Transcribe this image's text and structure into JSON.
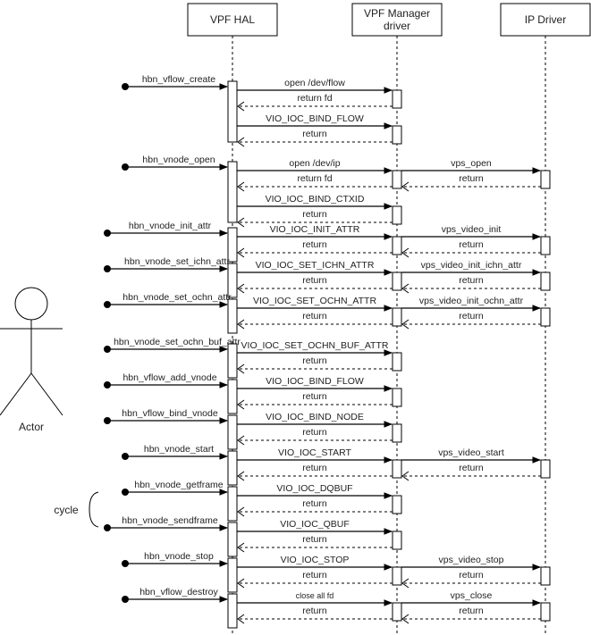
{
  "participants": [
    {
      "id": "hal",
      "label_lines": [
        "VPF HAL"
      ]
    },
    {
      "id": "mgr",
      "label_lines": [
        "VPF Manager",
        "driver"
      ]
    },
    {
      "id": "ip",
      "label_lines": [
        "IP Driver"
      ]
    }
  ],
  "actor": {
    "label": "Actor"
  },
  "cycle": {
    "label": "cycle"
  },
  "calls": [
    {
      "name": "hbn_vflow_create",
      "to_mgr": [
        {
          "call": "open /dev/flow",
          "ret": "return fd"
        },
        {
          "call": "VIO_IOC_BIND_FLOW",
          "ret": "return"
        }
      ],
      "to_ip": [
        null,
        null
      ]
    },
    {
      "name": "hbn_vnode_open",
      "to_mgr": [
        {
          "call": "open /dev/ip",
          "ret": "return fd"
        },
        {
          "call": "VIO_IOC_BIND_CTXID",
          "ret": "return"
        }
      ],
      "to_ip": [
        {
          "call": "vps_open",
          "ret": "return"
        },
        null
      ]
    },
    {
      "name": "hbn_vnode_init_attr",
      "to_mgr": [
        {
          "call": "VIO_IOC_INIT_ATTR",
          "ret": "return"
        }
      ],
      "to_ip": [
        {
          "call": "vps_video_init",
          "ret": "return"
        }
      ]
    },
    {
      "name": "hbn_vnode_set_ichn_attr",
      "to_mgr": [
        {
          "call": "VIO_IOC_SET_ICHN_ATTR",
          "ret": "return"
        }
      ],
      "to_ip": [
        {
          "call": "vps_video_init_ichn_attr",
          "ret": "return"
        }
      ]
    },
    {
      "name": "hbn_vnode_set_ochn_attr",
      "to_mgr": [
        {
          "call": "VIO_IOC_SET_OCHN_ATTR",
          "ret": "return"
        }
      ],
      "to_ip": [
        {
          "call": "vps_video_init_ochn_attr",
          "ret": "return"
        }
      ]
    },
    {
      "name": "hbn_vnode_set_ochn_buf_attr",
      "to_mgr": [
        {
          "call": "VIO_IOC_SET_OCHN_BUF_ATTR",
          "ret": "return"
        }
      ],
      "to_ip": [
        null
      ]
    },
    {
      "name": "hbn_vflow_add_vnode",
      "to_mgr": [
        {
          "call": "VIO_IOC_BIND_FLOW",
          "ret": "return"
        }
      ],
      "to_ip": [
        null
      ]
    },
    {
      "name": "hbn_vflow_bind_vnode",
      "to_mgr": [
        {
          "call": "VIO_IOC_BIND_NODE",
          "ret": "return"
        }
      ],
      "to_ip": [
        null
      ]
    },
    {
      "name": "hbn_vnode_start",
      "to_mgr": [
        {
          "call": "VIO_IOC_START",
          "ret": "return"
        }
      ],
      "to_ip": [
        {
          "call": "vps_video_start",
          "ret": "return"
        }
      ]
    },
    {
      "name": "hbn_vnode_getframe",
      "to_mgr": [
        {
          "call": "VIO_IOC_DQBUF",
          "ret": "return"
        }
      ],
      "to_ip": [
        null
      ]
    },
    {
      "name": "hbn_vnode_sendframe",
      "to_mgr": [
        {
          "call": "VIO_IOC_QBUF",
          "ret": "return"
        }
      ],
      "to_ip": [
        null
      ]
    },
    {
      "name": "hbn_vnode_stop",
      "to_mgr": [
        {
          "call": "VIO_IOC_STOP",
          "ret": "return"
        }
      ],
      "to_ip": [
        {
          "call": "vps_video_stop",
          "ret": "return"
        }
      ]
    },
    {
      "name": "hbn_vflow_destroy",
      "to_mgr": [
        {
          "call": "close all fd",
          "ret": "return"
        }
      ],
      "to_ip": [
        {
          "call": "vps_close",
          "ret": "return"
        }
      ]
    }
  ]
}
